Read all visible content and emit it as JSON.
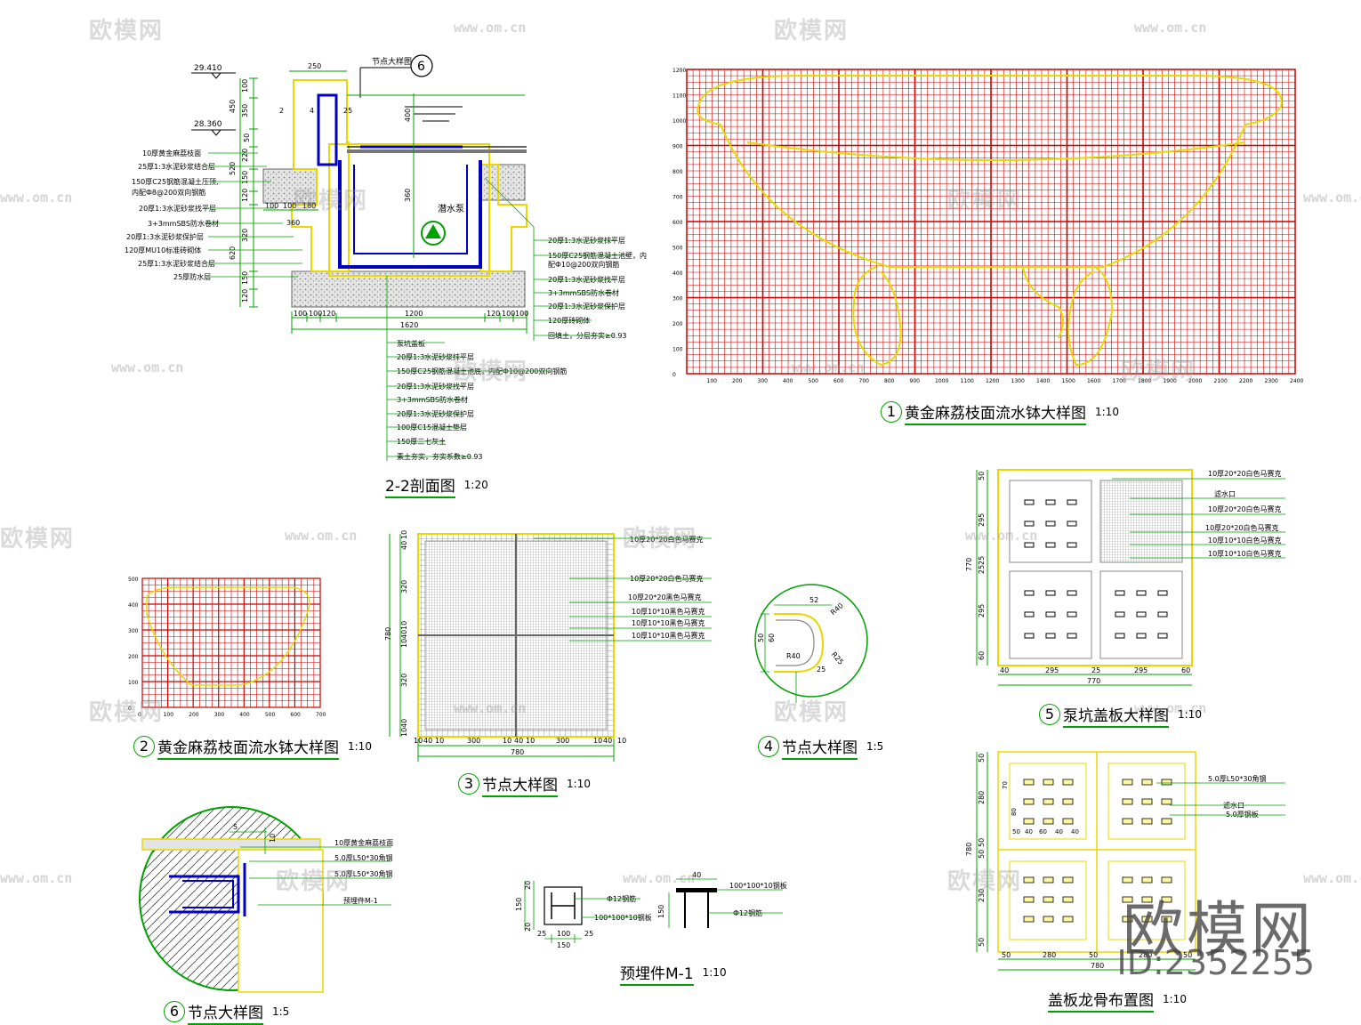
{
  "captions": {
    "section22": {
      "title": "2-2剖面图",
      "scale": "1:20"
    },
    "d1": {
      "num": "1",
      "title": "黄金麻荔枝面流水钵大样图",
      "scale": "1:10"
    },
    "d2": {
      "num": "2",
      "title": "黄金麻荔枝面流水钵大样图",
      "scale": "1:10"
    },
    "d3": {
      "num": "3",
      "title": "节点大样图",
      "scale": "1:10"
    },
    "d4": {
      "num": "4",
      "title": "节点大样图",
      "scale": "1:5"
    },
    "d5": {
      "num": "5",
      "title": "泵坑盖板大样图",
      "scale": "1:10"
    },
    "d6": {
      "num": "6",
      "title": "节点大样图",
      "scale": "1:5"
    },
    "m1": {
      "title": "预埋件M-1",
      "scale": "1:10"
    },
    "keel": {
      "title": "盖板龙骨布置图",
      "scale": "1:10"
    }
  },
  "section": {
    "marker": "6",
    "marker_label": "节点大样图",
    "elev_top": "29.410",
    "elev_mid": "28.360",
    "dims_top": [
      "250"
    ],
    "dims_left": [
      "100",
      "350",
      "50",
      "220",
      "150",
      "120",
      "320",
      "150",
      "120"
    ],
    "dims_left_outer": [
      "450",
      "520",
      "620"
    ],
    "dims_bottom": [
      "100",
      "100",
      "120",
      "1200",
      "120",
      "100",
      "100"
    ],
    "total_bottom": "1620",
    "inner_dims": [
      "400",
      "360",
      "25",
      "2",
      "4"
    ],
    "step_dims": [
      "100",
      "100",
      "180",
      "360"
    ],
    "pump_label": "潜水泵",
    "notes_left": [
      "10厚黄金麻荔枝面",
      "25厚1:3水泥砂浆结合层",
      "150厚C25钢筋混凝土压顶,",
      "内配Ф8@200双向钢筋",
      "20厚1:3水泥砂浆找平层",
      "3+3mmSBS防水卷材",
      "20厚1:3水泥砂浆保护层",
      "120厚MU10标准砖砌体",
      "25厚1:3水泥砂浆结合层",
      "25厚防水层"
    ],
    "notes_right": [
      "20厚1:3水泥砂浆抹平层",
      "150厚C25钢筋混凝土池壁，内",
      "配Ф10@200双向钢筋",
      "20厚1:3水泥砂浆找平层",
      "3+3mmSBS防水卷材",
      "20厚1:3水泥砂浆保护层",
      "120厚砖砌体",
      "回填土，分层夯实≥0.93"
    ],
    "notes_bottom": [
      "泵坑盖板",
      "20厚1:3水泥砂浆抹平层",
      "150厚C25钢筋混凝土池底，内配Ф10@200双向钢筋",
      "20厚1:3水泥砂浆找平层",
      "3+3mmSBS防水卷材",
      "20厚1:3水泥砂浆保护层",
      "100厚C15混凝土垫层",
      "150厚三七灰土",
      "素土夯实，夯实系数≥0.93"
    ]
  },
  "d1": {
    "y_ticks": [
      "0",
      "100",
      "200",
      "300",
      "400",
      "500",
      "600",
      "700",
      "800",
      "900",
      "1000",
      "1100",
      "1200"
    ],
    "x_ticks": [
      "100",
      "200",
      "300",
      "400",
      "500",
      "600",
      "700",
      "800",
      "900",
      "1000",
      "1100",
      "1200",
      "1300",
      "1400",
      "1500",
      "1600",
      "1700",
      "1800",
      "1900",
      "2000",
      "2100",
      "2200",
      "2300",
      "2400"
    ]
  },
  "d2": {
    "y_ticks": [
      "0",
      "100",
      "200",
      "300",
      "400",
      "500"
    ],
    "x_ticks": [
      "0",
      "100",
      "200",
      "300",
      "400",
      "500",
      "600",
      "700"
    ]
  },
  "d3": {
    "dims_left": [
      "10",
      "40",
      "320",
      "10",
      "40",
      "10",
      "320",
      "40",
      "10"
    ],
    "dims_left_total": "780",
    "dims_bottom": [
      "10",
      "40",
      "10",
      "300",
      "10",
      "40",
      "10",
      "300",
      "10",
      "40",
      "10"
    ],
    "total_bottom": "780",
    "notes": [
      "10厚20*20白色马赛克",
      "10厚20*20白色马赛克",
      "10厚20*20黑色马赛克",
      "10厚10*10黑色马赛克",
      "10厚10*10黑色马赛克",
      "10厚10*10黑色马赛克"
    ]
  },
  "d4": {
    "dims": [
      "52",
      "R40",
      "50",
      "60",
      "R40",
      "25",
      "R25"
    ]
  },
  "d5": {
    "dims_left": [
      "50",
      "295",
      "25",
      "25",
      "295",
      "60"
    ],
    "dims_left_total": "770",
    "dims_bottom": [
      "40",
      "295",
      "25",
      "295",
      "60"
    ],
    "total_bottom": "770",
    "notes": [
      "10厚20*20白色马赛克",
      "滤水口",
      "10厚20*20白色马赛克",
      "10厚20*20白色马赛克",
      "10厚10*10白色马赛克",
      "10厚10*10白色马赛克"
    ]
  },
  "d6": {
    "dims": [
      "5",
      "10"
    ],
    "notes": [
      "10厚黄金麻荔枝面",
      "5.0厚L50*30角钢",
      "5.0厚L50*30角钢",
      "预埋件M-1"
    ]
  },
  "m1": {
    "dims_left": [
      "20",
      "150",
      "20"
    ],
    "dims_bottom": [
      "25",
      "100",
      "25"
    ],
    "total_bottom": "150",
    "dims_top": [
      "40"
    ],
    "dims_right": [
      "150"
    ],
    "notes": [
      "Ф12钢筋",
      "100*100*10钢板",
      "100*100*10钢板",
      "Ф12钢筋"
    ]
  },
  "keel": {
    "dims_left": [
      "50",
      "280",
      "50",
      "50",
      "230",
      "50"
    ],
    "dims_left_total": "780",
    "inner_dims": [
      "70",
      "80",
      "50",
      "40",
      "60",
      "40",
      "40"
    ],
    "dims_bottom": [
      "50",
      "280",
      "50",
      "280",
      "50"
    ],
    "total_bottom": "780",
    "notes": [
      "5.0厚L50*30角钢",
      "滤水口",
      "5.0厚钢板"
    ]
  },
  "watermarks": {
    "logo": "欧模网",
    "url": "www.om.cn"
  },
  "brand": {
    "logo": "欧模网",
    "id": "ID:2352255"
  },
  "colors": {
    "dim": "#00a000",
    "grid": "#cc0000",
    "outline": "#e8d800",
    "structure": "#0000c0",
    "fill": "#c8c8c8"
  }
}
